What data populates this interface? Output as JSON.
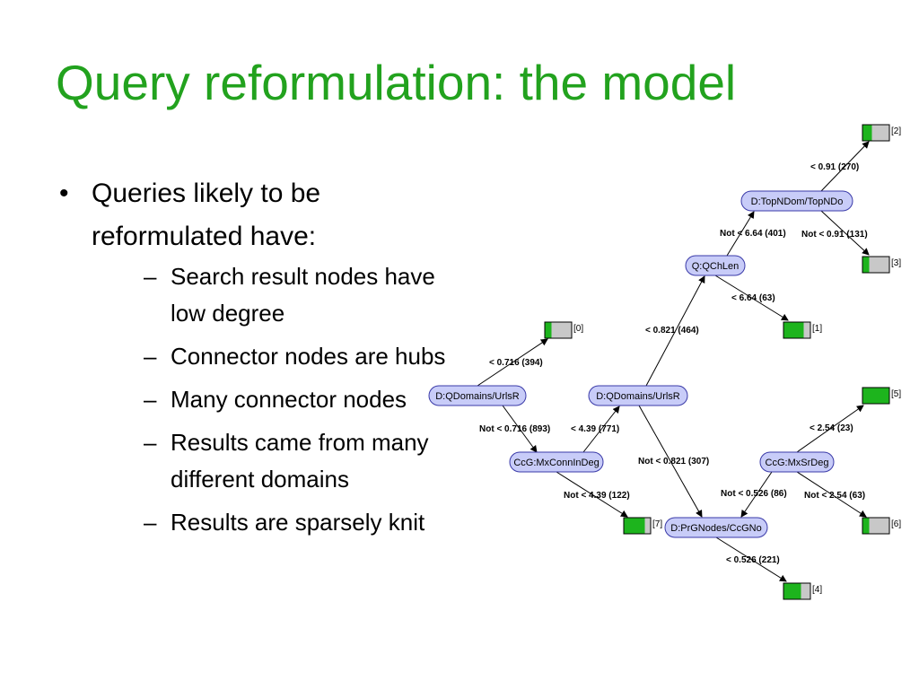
{
  "slide": {
    "title": "Query reformulation: the model",
    "bullet": {
      "text": "Queries likely to be reformulated have:",
      "subitems": [
        "Search result nodes have low degree",
        "Connector nodes are hubs",
        "Many connector nodes",
        "Results came from many different domains",
        "Results are sparsely knit"
      ]
    }
  },
  "colors": {
    "title": "#22a21e",
    "node_fill": "#c8ccf8",
    "node_stroke": "#3a3aa8",
    "leaf_green": "#1db41d",
    "leaf_gray": "#c8c8c8"
  },
  "tree": {
    "nodes": {
      "n1": "D:TopNDom/TopNDo",
      "n2": "Q:QChLen",
      "n3": "D:QDomains/UrlsR",
      "n4": "D:QDomains/UrlsR",
      "n5": "CcG:MxConnInDeg",
      "n6": "CcG:MxSrDeg",
      "n7": "D:PrGNodes/CcGNo"
    },
    "edges": {
      "e1": "< 0.91 (270)",
      "e2": "Not < 0.91 (131)",
      "e3": "Not < 6.64 (401)",
      "e4": "< 6.64 (63)",
      "e5": "< 0.821 (464)",
      "e6": "Not < 0.821 (307)",
      "e7": "< 0.716 (394)",
      "e8": "Not < 0.716 (893)",
      "e9": "< 4.39 (771)",
      "e10": "Not < 4.39 (122)",
      "e11": "< 2.54 (23)",
      "e12": "Not < 2.54 (63)",
      "e13": "Not < 0.526 (86)",
      "e14": "< 0.526 (221)"
    },
    "leaves": {
      "l0": {
        "label": "[0]",
        "green_fraction": 0.25
      },
      "l1": {
        "label": "[1]",
        "green_fraction": 0.75
      },
      "l2": {
        "label": "[2]",
        "green_fraction": 0.35
      },
      "l3": {
        "label": "[3]",
        "green_fraction": 0.25
      },
      "l4": {
        "label": "[4]",
        "green_fraction": 0.65
      },
      "l5": {
        "label": "[5]",
        "green_fraction": 1.0
      },
      "l6": {
        "label": "[6]",
        "green_fraction": 0.25
      },
      "l7": {
        "label": "[7]",
        "green_fraction": 0.8
      }
    }
  }
}
